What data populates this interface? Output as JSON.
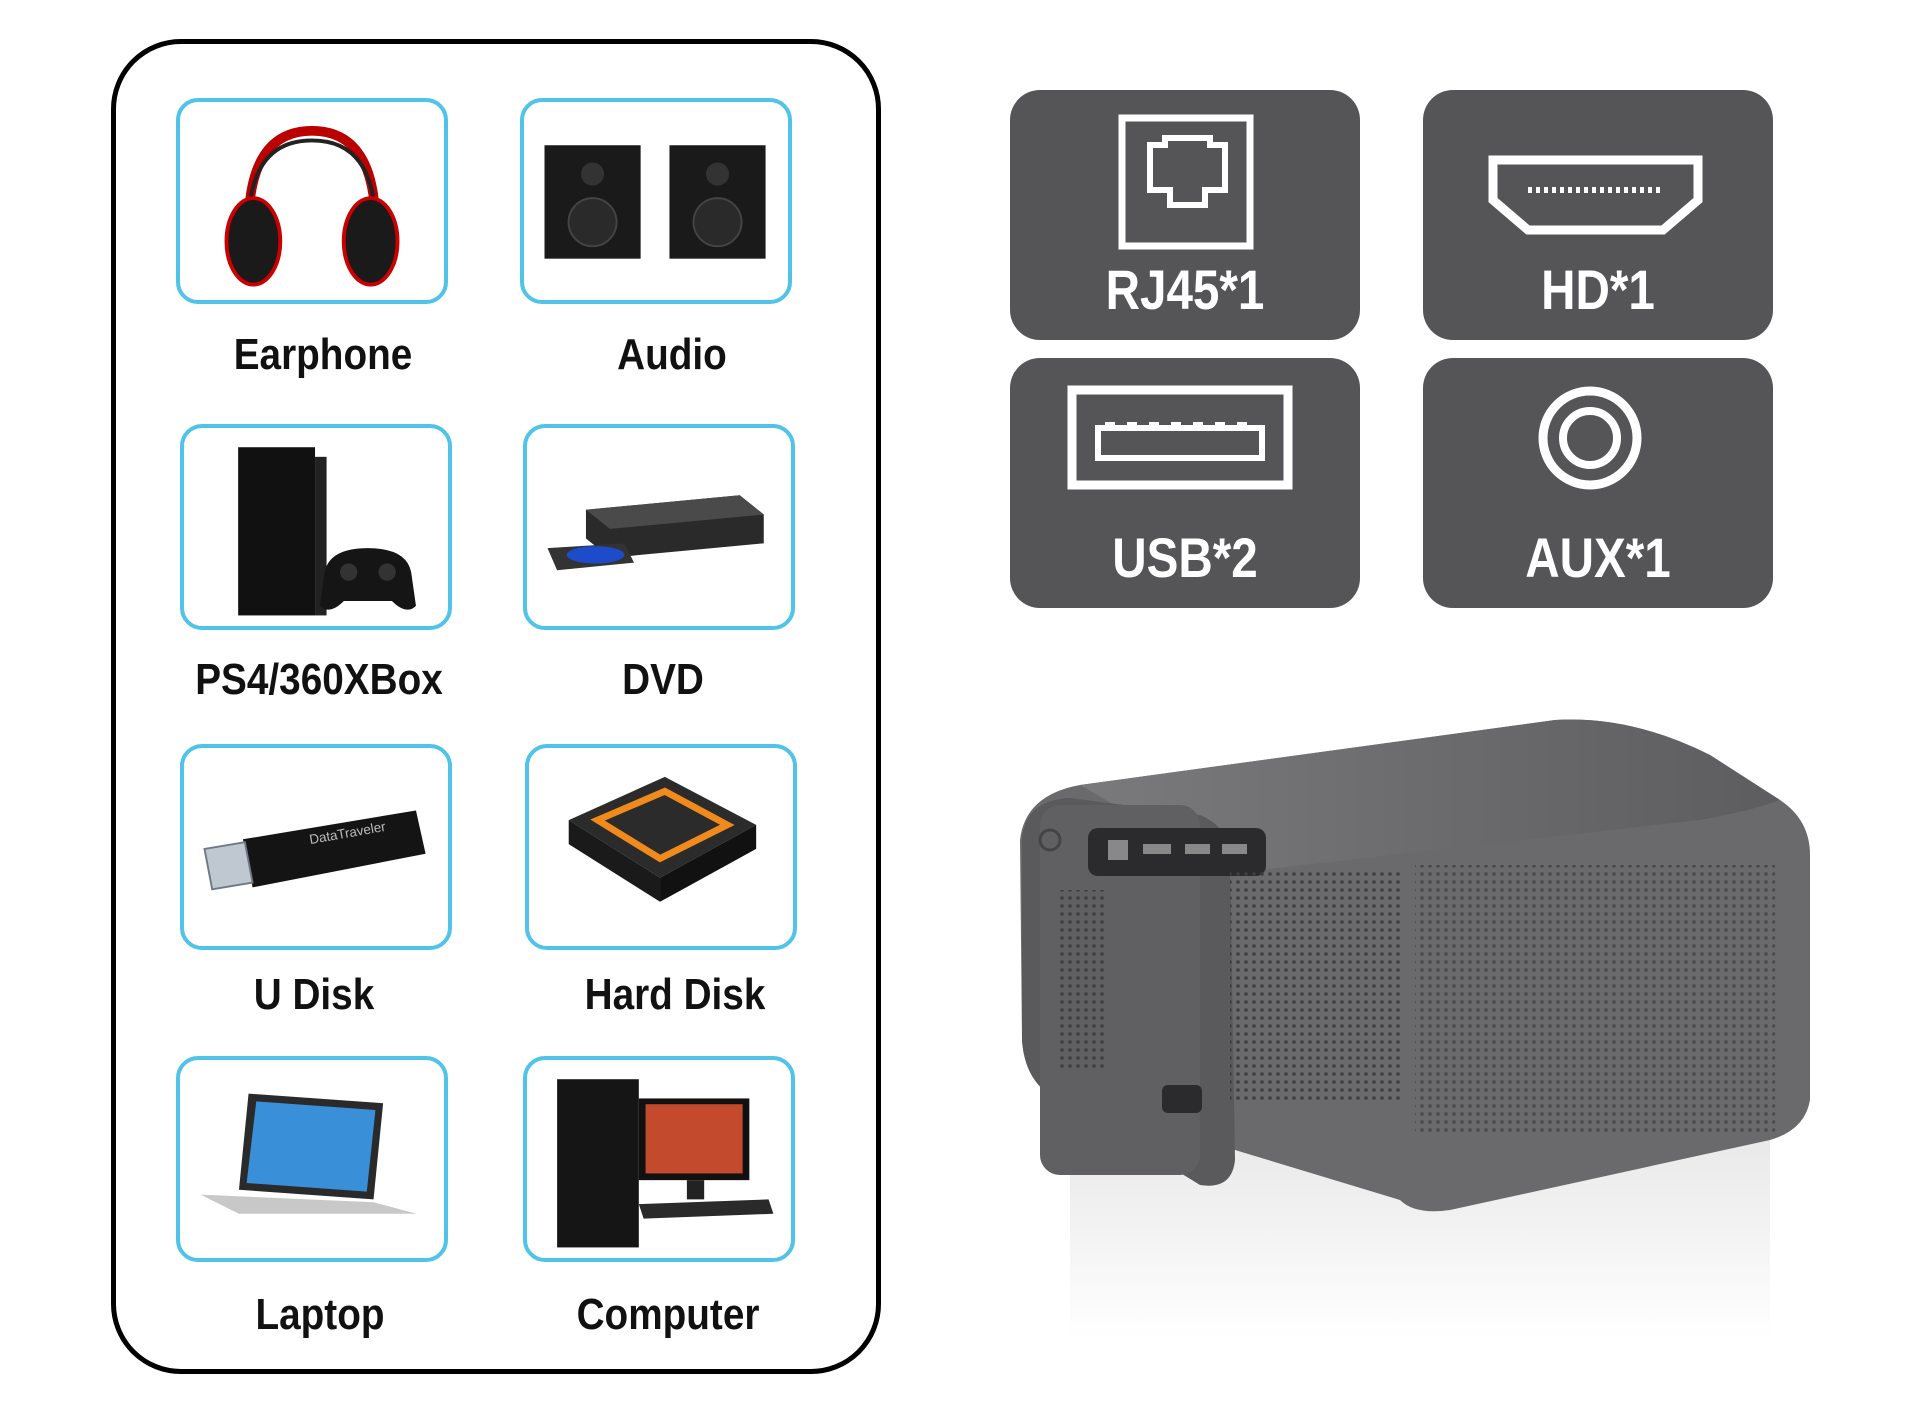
{
  "devices": [
    {
      "label": "Earphone",
      "icon": "headphones-icon"
    },
    {
      "label": "Audio",
      "icon": "speakers-icon"
    },
    {
      "label": "PS4/360XBox",
      "icon": "game-console-icon"
    },
    {
      "label": "DVD",
      "icon": "dvd-player-icon"
    },
    {
      "label": "U Disk",
      "icon": "usb-drive-icon"
    },
    {
      "label": "Hard Disk",
      "icon": "hard-disk-icon"
    },
    {
      "label": "Laptop",
      "icon": "laptop-icon"
    },
    {
      "label": "Computer",
      "icon": "desktop-computer-icon"
    }
  ],
  "ports": [
    {
      "label": "RJ45*1",
      "icon": "rj45-port-icon"
    },
    {
      "label": "HD*1",
      "icon": "hdmi-port-icon"
    },
    {
      "label": "USB*2",
      "icon": "usb-port-icon"
    },
    {
      "label": "AUX*1",
      "icon": "aux-port-icon"
    }
  ],
  "colors": {
    "tile_border": "#4fc3e8",
    "port_bg": "#555557",
    "projector_body": "#6b6b6d"
  }
}
